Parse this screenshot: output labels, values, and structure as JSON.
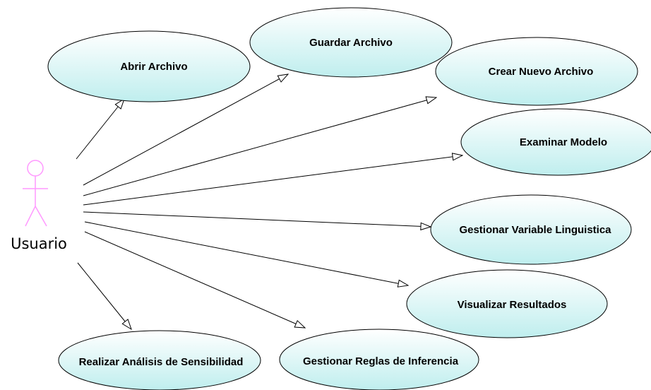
{
  "actor": {
    "name": "Usuario",
    "color": "#ff99ff"
  },
  "use_cases": [
    {
      "label": "Abrir Archivo"
    },
    {
      "label": "Guardar Archivo"
    },
    {
      "label": "Crear Nuevo Archivo"
    },
    {
      "label": "Examinar Modelo"
    },
    {
      "label": "Gestionar Variable Linguistica"
    },
    {
      "label": "Visualizar Resultados"
    },
    {
      "label": "Gestionar Reglas de Inferencia"
    },
    {
      "label": "Realizar Análisis de Sensibilidad"
    }
  ],
  "colors": {
    "use_case_fill_light": "#ffffff",
    "use_case_fill_dark": "#bfeeee",
    "line": "#000000"
  }
}
